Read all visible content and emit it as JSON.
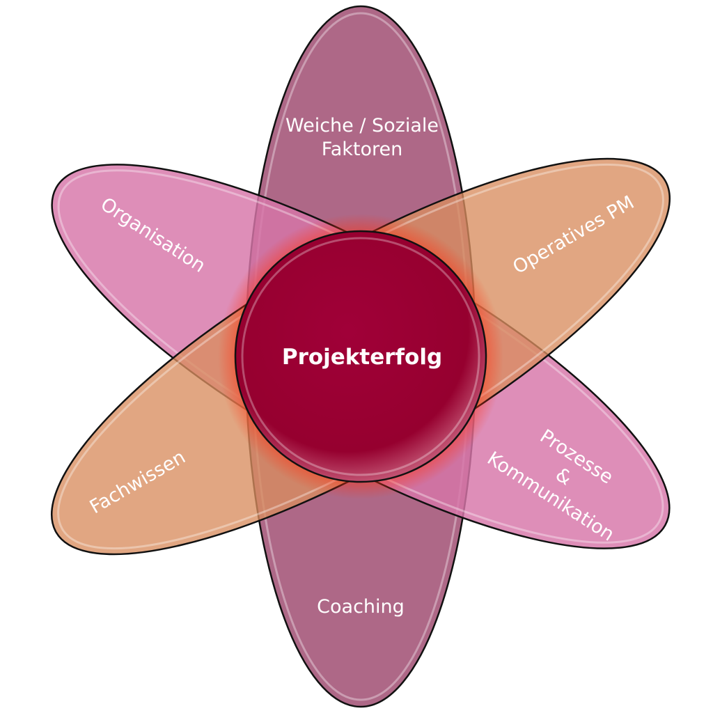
{
  "center": {
    "label": "Projekterfolg",
    "color": "#980032"
  },
  "petals": {
    "top": {
      "label_line1": "Weiche / Soziale",
      "label_line2": "Faktoren"
    },
    "bottom": {
      "label": "Coaching"
    },
    "upper_left": {
      "label": "Organisation"
    },
    "upper_right": {
      "label": "Operatives PM"
    },
    "lower_left": {
      "label": "Fachwissen"
    },
    "lower_right": {
      "label_line1": "Prozesse",
      "label_line2": "&",
      "label_line3": "Kommunikation"
    }
  },
  "colors": {
    "vertical": "#a5587a",
    "pink": "#d775a8",
    "orange": "#d98d5f"
  }
}
